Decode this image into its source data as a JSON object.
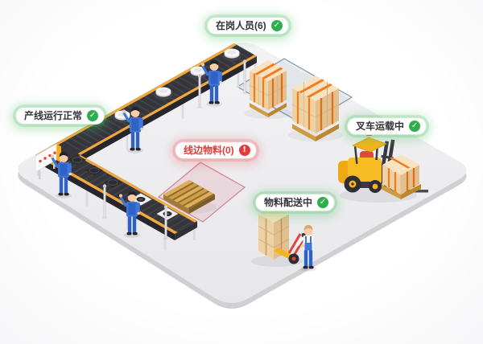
{
  "badges": [
    {
      "id": "staff-on-duty",
      "text": "在岗人员(6)",
      "status": "ok"
    },
    {
      "id": "line-status",
      "text": "产线运行正常",
      "status": "ok"
    },
    {
      "id": "line-side-material",
      "text": "线边物料(0)",
      "status": "alert"
    },
    {
      "id": "forklift-status",
      "text": "叉车运载中",
      "status": "ok"
    },
    {
      "id": "delivery-status",
      "text": "物料配送中",
      "status": "ok"
    }
  ],
  "icons": {
    "ok_glyph": "✓",
    "alert_glyph": "!"
  },
  "metrics": {
    "staff_on_duty": 6,
    "line_side_material_count": 0
  },
  "colors": {
    "ok_green": "#2fae4e",
    "alert_red": "#e23c3c",
    "belt_dark": "#35353b",
    "rail_yellow": "#f2a93b",
    "worker_blue": "#3f76db",
    "box_tan": "#f0d3a5",
    "strap_orange": "#f07c1f",
    "forklift_yellow": "#f5b31c",
    "storage_zone_border": "#8295ac",
    "material_zone_border": "#d4808f",
    "floor_gray": "#ededef"
  }
}
